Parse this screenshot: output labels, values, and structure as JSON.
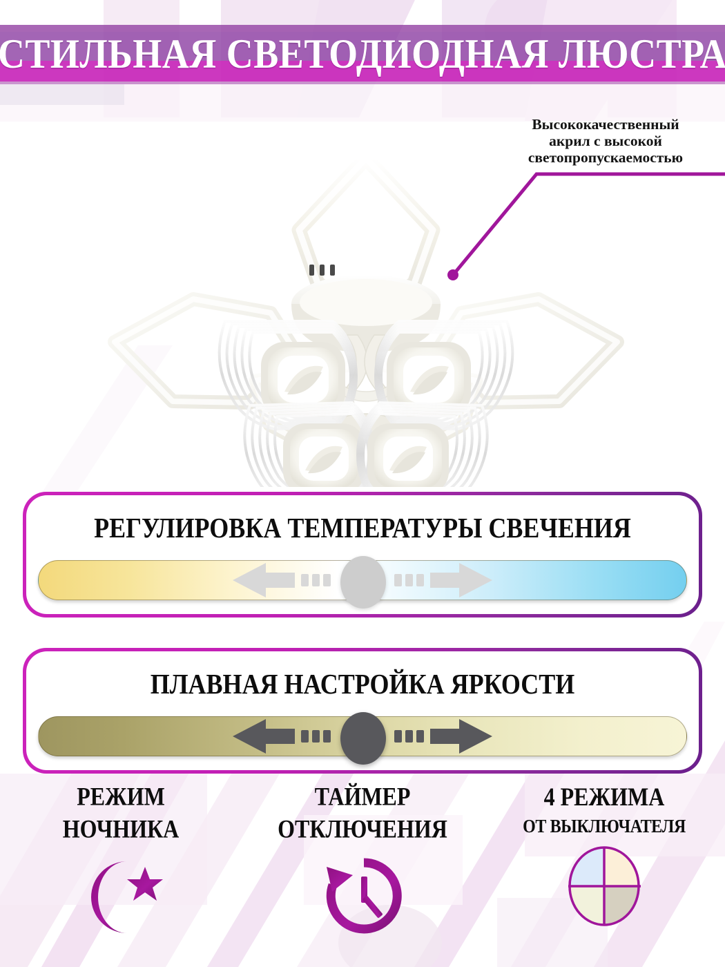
{
  "header": {
    "title": "СТИЛЬНАЯ СВЕТОДИОДНАЯ ЛЮСТРА",
    "banner_color": "#C51CB6",
    "banner_color_dark": "#8C3EA2",
    "title_color": "#FFFFFF"
  },
  "callout": {
    "line1": "Высококачественный",
    "line2": "акрил с высокой",
    "line3": "светопропускаемостью",
    "line_color": "#A0169B",
    "dot_color": "#A0169B"
  },
  "product": {
    "name": "led-flower-chandelier",
    "petal_count": 5,
    "body_color": "#F4F2EC"
  },
  "panels": [
    {
      "id": "temperature",
      "title": "РЕГУЛИРОВКА ТЕМПЕРАТУРЫ СВЕЧЕНИЯ",
      "border_start": "#CC22BB",
      "border_end": "#6B1F8C",
      "slider": {
        "name": "color-temperature-slider",
        "left_color": "#F3D97C",
        "mid_color": "#FFFFFF",
        "right_color": "#74CFEF",
        "knob_color": "#CDCDCD",
        "arrow_color": "#D8D8D8",
        "knob_position_percent": 50
      }
    },
    {
      "id": "brightness",
      "title": "ПЛАВНАЯ НАСТРОЙКА ЯРКОСТИ",
      "border_start": "#CC22BB",
      "border_end": "#6B1F8C",
      "slider": {
        "name": "brightness-slider",
        "left_color": "#9E9660",
        "mid_color": "#DDD8A6",
        "right_color": "#F7F4D6",
        "knob_color": "#58585C",
        "arrow_color": "#58585C",
        "knob_position_percent": 50
      }
    }
  ],
  "features": [
    {
      "icon": "crescent-moon-star-icon",
      "line1": "РЕЖИМ",
      "line2": "НОЧНИКА",
      "sub": "",
      "icon_color": "#9B1B93"
    },
    {
      "icon": "clock-timer-icon",
      "line1": "ТАЙМЕР",
      "line2": "ОТКЛЮЧЕНИЯ",
      "sub": "",
      "icon_color": "#9B1B93"
    },
    {
      "icon": "four-quadrant-circle-icon",
      "line1": "4 РЕЖИМА",
      "line2": "",
      "sub": "ОТ ВЫКЛЮЧАТЕЛЯ",
      "icon_color": "#9B1B93",
      "quadrants": [
        "#DCEAFA",
        "#FCEFD8",
        "#F2F2DC",
        "#D6D0C0"
      ]
    }
  ],
  "background": {
    "base": "#FFFFFF",
    "stripe_light": "#F7EAF4",
    "stripe_mid": "#F2DDEE",
    "shape_pink": "#EFD4EA",
    "shape_lilac": "#E8D2EC"
  }
}
